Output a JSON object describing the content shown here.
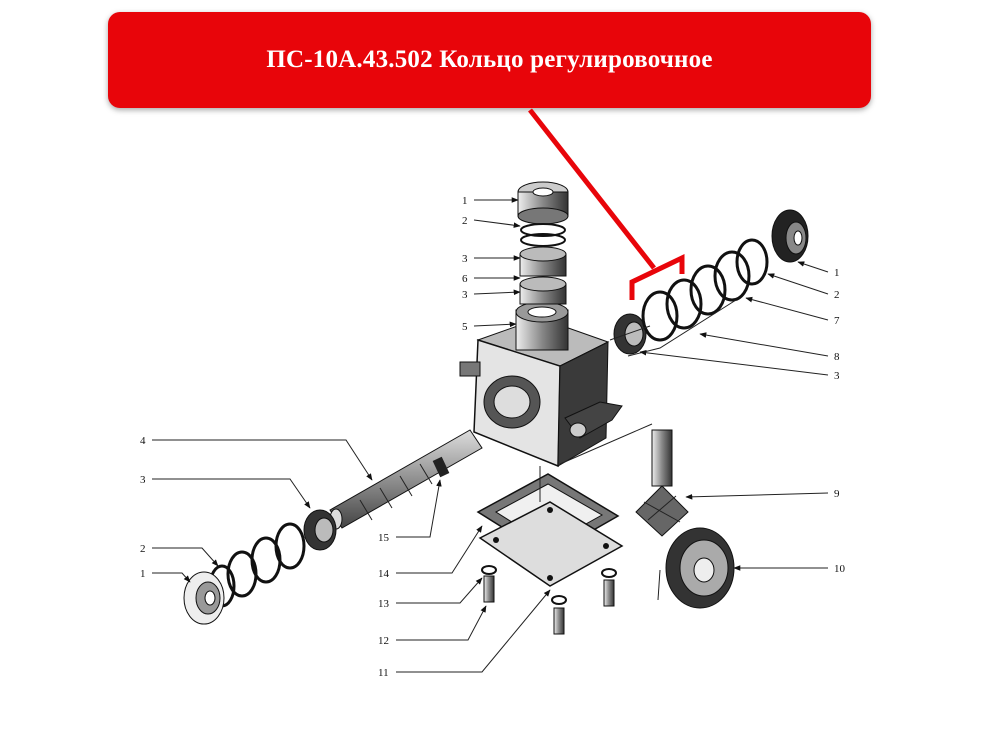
{
  "banner": {
    "title": "ПС-10А.43.502 Кольцо регулировочное",
    "color": "#e8050a"
  },
  "callout_color": "#e8050a",
  "labels": {
    "top_1": "1",
    "top_2": "2",
    "top_3a": "3",
    "top_6": "6",
    "top_3b": "3",
    "top_5": "5",
    "right_1": "1",
    "right_2": "2",
    "right_7": "7",
    "right_8": "8",
    "right_3": "3",
    "right_9": "9",
    "right_10": "10",
    "left_4": "4",
    "left_3": "3",
    "left_2": "2",
    "left_1": "1",
    "bot_15": "15",
    "bot_14": "14",
    "bot_13": "13",
    "bot_12": "12",
    "bot_11": "11"
  }
}
